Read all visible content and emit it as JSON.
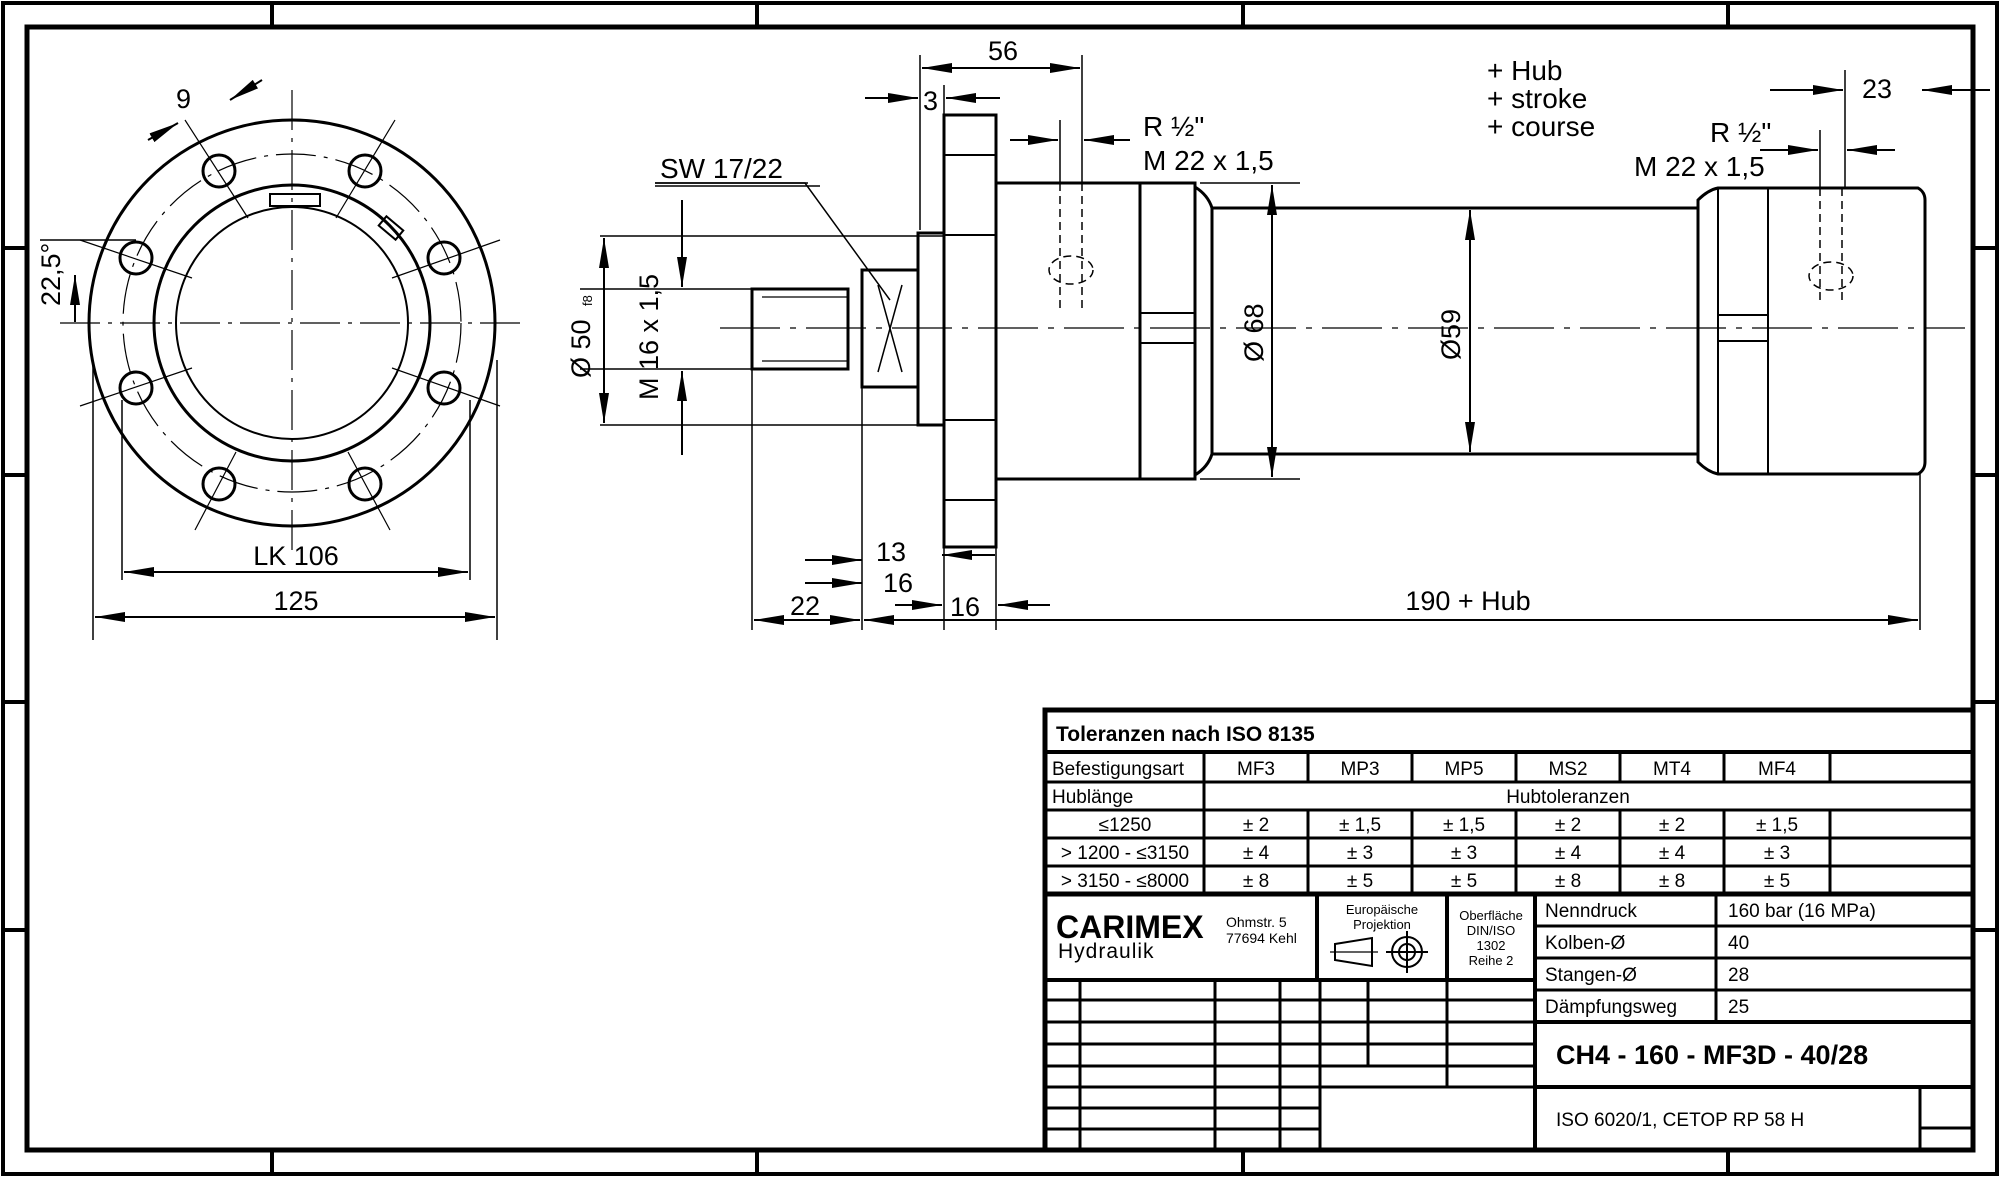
{
  "front_view": {
    "dim_hole": "9",
    "dim_angle": "22,5°",
    "dim_bolt_circle": "LK 106",
    "dim_flange_dia": "125"
  },
  "side_view": {
    "dim_56": "56",
    "dim_3": "3",
    "dim_23": "23",
    "port_left_thread": "R ½\"",
    "port_left_metric": "M 22 x 1,5",
    "port_right_thread": "R ½\"",
    "port_right_metric": "M 22 x 1,5",
    "stroke_lines": [
      "+ Hub",
      "+ stroke",
      "+ course"
    ],
    "wrench": "SW 17/22",
    "dia_50": "Ø 50",
    "dia_50_fit": "f8",
    "rod_thread": "M 16 x 1,5",
    "dia_68": "Ø 68",
    "dia_59": "Ø59",
    "dim_13": "13",
    "dim_16a": "16",
    "dim_16b": "16",
    "dim_22": "22",
    "dim_total": "190 + Hub"
  },
  "tolerance_table": {
    "title": "Toleranzen nach ISO 8135",
    "mount_label": "Befestigungsart",
    "mounts": [
      "MF3",
      "MP3",
      "MP5",
      "MS2",
      "MT4",
      "MF4"
    ],
    "stroke_label": "Hublänge",
    "stroke_tol_label": "Hubtoleranzen",
    "rows": [
      {
        "range": "≤1250",
        "values": [
          "± 2",
          "± 1,5",
          "± 1,5",
          "± 2",
          "± 2",
          "± 1,5"
        ]
      },
      {
        "range": "> 1200 - ≤3150",
        "values": [
          "± 4",
          "± 3",
          "± 3",
          "± 4",
          "± 4",
          "± 3"
        ]
      },
      {
        "range": "> 3150 - ≤8000",
        "values": [
          "± 8",
          "± 5",
          "± 5",
          "± 8",
          "± 8",
          "± 5"
        ]
      }
    ]
  },
  "title_block": {
    "company": "CARIMEX",
    "company_sub": "Hydraulik",
    "address_1": "Ohmstr. 5",
    "address_2": "77694 Kehl",
    "projection_1": "Europäische",
    "projection_2": "Projektion",
    "surface_1": "Oberfläche",
    "surface_2": "DIN/ISO",
    "surface_3": "1302",
    "surface_4": "Reihe 2",
    "specs": [
      {
        "label": "Nenndruck",
        "value": "160 bar (16 MPa)"
      },
      {
        "label": "Kolben-Ø",
        "value": "40"
      },
      {
        "label": "Stangen-Ø",
        "value": "28"
      },
      {
        "label": "Dämpfungsweg",
        "value": "25"
      }
    ],
    "part_number": "CH4 - 160 - MF3D - 40/28",
    "standard": "ISO 6020/1, CETOP RP 58 H"
  }
}
